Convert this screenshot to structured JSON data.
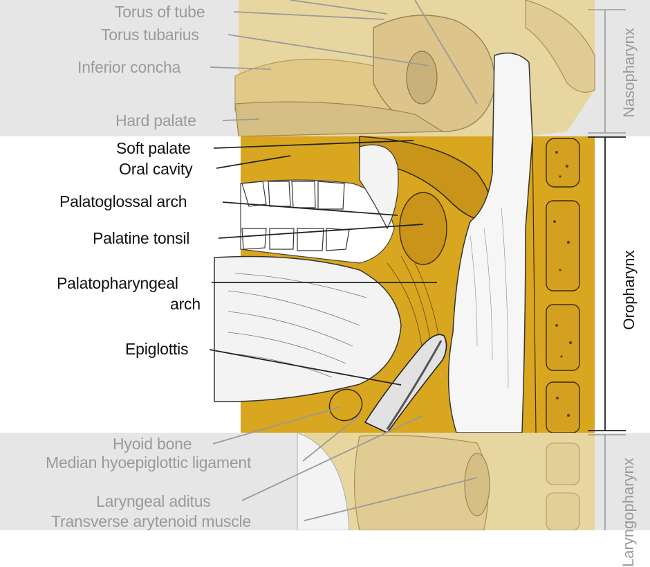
{
  "diagram": {
    "regions": [
      {
        "id": "nasopharynx",
        "label": "Nasopharynx",
        "state": "faded"
      },
      {
        "id": "oropharynx",
        "label": "Oropharynx",
        "state": "highlighted"
      },
      {
        "id": "laryngopharynx",
        "label": "Laryngopharynx",
        "state": "faded"
      }
    ],
    "labels": {
      "torus_of_tube": "Torus of tube",
      "torus_tubarius": "Torus tubarius",
      "inferior_concha": "Inferior concha",
      "hard_palate": "Hard palate",
      "soft_palate": "Soft palate",
      "oral_cavity": "Oral cavity",
      "palatoglossal_arch": "Palatoglossal arch",
      "palatine_tonsil": "Palatine tonsil",
      "palatopharyngeal_arch_line1": "Palatopharyngeal",
      "palatopharyngeal_arch_line2": "arch",
      "epiglottis": "Epiglottis",
      "hyoid_bone": "Hyoid bone",
      "median_hyoepiglottic_ligament": "Median hyoepiglottic ligament",
      "laryngeal_aditus": "Laryngeal aditus",
      "transverse_arytenoid_muscle": "Transverse arytenoid muscle"
    },
    "colors": {
      "tissue_highlight": "#d9a61f",
      "tissue_faded": "#e8d6a0",
      "fade_band": "#e6e6e6",
      "leader_dark": "#222222",
      "leader_faded": "#9a9a9a"
    }
  }
}
